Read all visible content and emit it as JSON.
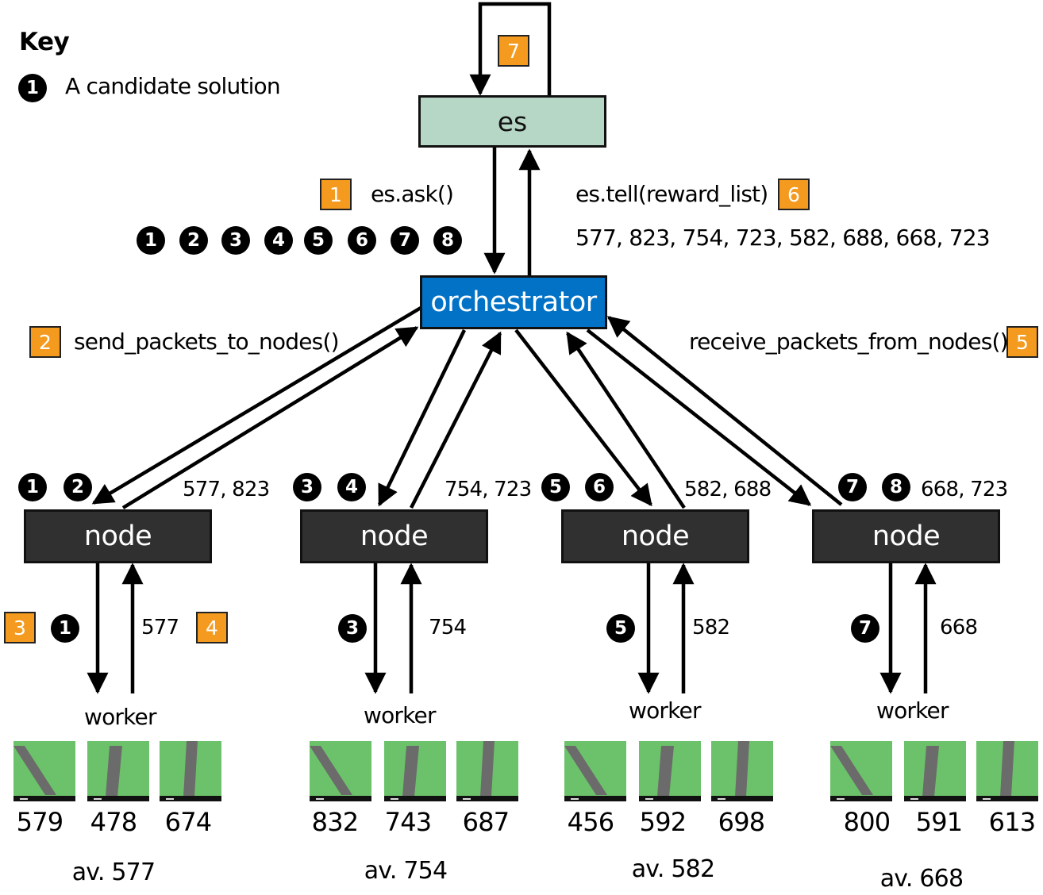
{
  "key": {
    "title": "Key",
    "candidate_symbol": "1",
    "candidate_label": "A candidate solution"
  },
  "colors": {
    "es_box": "#b7d7c6",
    "orchestrator_box": "#0272c6",
    "node_box": "#303030",
    "step_marker": "#f39a1f",
    "candidate_marker": "#000000",
    "track_grass": "#6cc26a",
    "track_road": "#6b6b6b"
  },
  "es": {
    "label": "es",
    "loop_step": "7"
  },
  "ask": {
    "step": "1",
    "label": "es.ask()"
  },
  "tell": {
    "step": "6",
    "label": "es.tell(reward_list)",
    "values": "577, 823, 754, 723, 582, 688, 668, 723"
  },
  "candidates": [
    "1",
    "2",
    "3",
    "4",
    "5",
    "6",
    "7",
    "8"
  ],
  "orchestrator": {
    "label": "orchestrator"
  },
  "send": {
    "step": "2",
    "label": "send_packets_to_nodes()"
  },
  "receive": {
    "step": "5",
    "label": "receive_packets_from_nodes()"
  },
  "worker_steps": {
    "send": "3",
    "return": "4"
  },
  "nodes": [
    {
      "label": "node",
      "candidates": [
        "1",
        "2"
      ],
      "rewards": "577, 823",
      "worker_candidate": "1",
      "worker_reward": "577",
      "worker_label": "worker",
      "episodes": [
        "579",
        "478",
        "674"
      ],
      "average": "av. 577"
    },
    {
      "label": "node",
      "candidates": [
        "3",
        "4"
      ],
      "rewards": "754, 723",
      "worker_candidate": "3",
      "worker_reward": "754",
      "worker_label": "worker",
      "episodes": [
        "832",
        "743",
        "687"
      ],
      "average": "av. 754"
    },
    {
      "label": "node",
      "candidates": [
        "5",
        "6"
      ],
      "rewards": "582, 688",
      "worker_candidate": "5",
      "worker_reward": "582",
      "worker_label": "worker",
      "episodes": [
        "456",
        "592",
        "698"
      ],
      "average": "av. 582"
    },
    {
      "label": "node",
      "candidates": [
        "7",
        "8"
      ],
      "rewards": "668, 723",
      "worker_candidate": "7",
      "worker_reward": "668",
      "worker_label": "worker",
      "episodes": [
        "800",
        "591",
        "613"
      ],
      "average": "av. 668"
    }
  ]
}
